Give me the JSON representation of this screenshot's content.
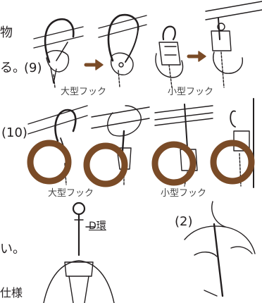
{
  "header_text": {
    "line1": "物",
    "line2": "る。"
  },
  "row1": {
    "step": "(9)",
    "caption_large": "大型フック",
    "caption_small": "小型フック"
  },
  "row2": {
    "step": "(10)",
    "caption_large": "大型フック",
    "caption_small": "小型フック",
    "circle_color": "#7a4b27"
  },
  "harness": {
    "d_ring_label": "D環",
    "step": "(2)"
  },
  "footer_text": {
    "line1": "い。",
    "line2": "仕様"
  },
  "arrow_color": "#7a4b27"
}
